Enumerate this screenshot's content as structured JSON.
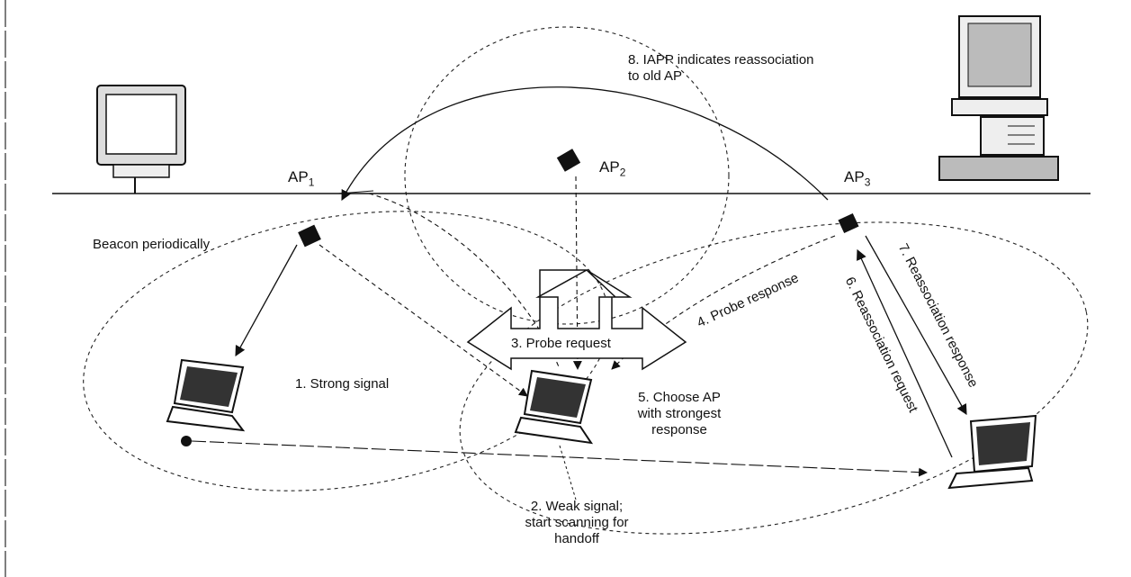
{
  "labels": {
    "ap1": "AP",
    "ap1_sub": "1",
    "ap2": "AP",
    "ap2_sub": "2",
    "ap3": "AP",
    "ap3_sub": "3",
    "beacon": "Beacon periodically",
    "strong_signal": "1. Strong signal",
    "weak_signal": [
      "2. Weak signal;",
      "start scanning for",
      "handoff"
    ],
    "probe_request": "3. Probe request",
    "probe_response": "4. Probe response",
    "choose_ap": [
      "5. Choose AP",
      "with strongest",
      "response"
    ],
    "reassoc_request": "6. Reassociation request",
    "reassoc_response": "7. Reassociation response",
    "iapp": [
      "8. IAPP indicates reassociation",
      "to old AP"
    ]
  },
  "colors": {
    "line": "#111111",
    "background": "#ffffff"
  },
  "icons": [
    "desktop-monitor-icon",
    "server-computer-icon",
    "access-point-icon",
    "laptop-icon"
  ]
}
